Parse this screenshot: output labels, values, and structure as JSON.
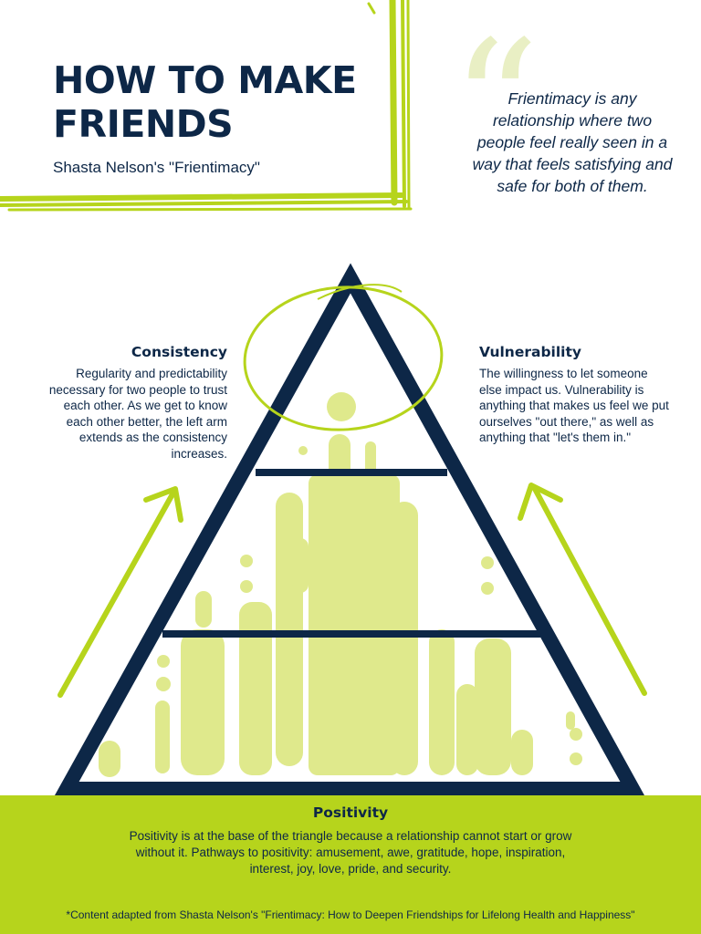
{
  "header": {
    "title": "HOW TO MAKE FRIENDS",
    "subtitle": "Shasta Nelson's \"Frientimacy\""
  },
  "quote": {
    "mark": "“",
    "text": "Frientimacy is any relationship where two people feel really seen in a way that feels satisfying and safe for both of them."
  },
  "consistency": {
    "title": "Consistency",
    "body": "Regularity and predictability necessary for two people to trust each other. As we get to know each other better, the left arm extends as the consistency increases."
  },
  "vulnerability": {
    "title": "Vulnerability",
    "body": "The willingness to let someone else impact us. Vulnerability is anything that makes us feel we put ourselves \"out there,\" as well as anything that \"let's them in.\""
  },
  "positivity": {
    "title": "Positivity",
    "body": "Positivity is at the base of the triangle because a relationship cannot start or grow without it. Pathways to positivity: amusement, awe, gratitude, hope, inspiration, interest, joy, love, pride, and security."
  },
  "footnote": "*Content adapted from Shasta Nelson's \"Frientimacy: How to Deepen Friendships for Lifelong Health and Happiness\"",
  "colors": {
    "navy": "#0d2747",
    "lime": "#b6d41c",
    "pale_lime": "#dfe98c"
  }
}
